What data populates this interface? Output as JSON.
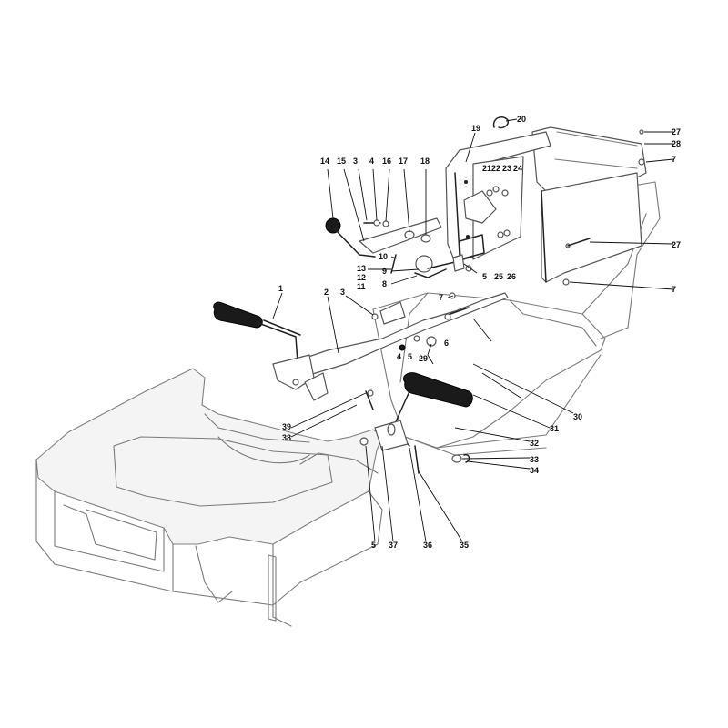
{
  "callouts": [
    {
      "id": "c1",
      "text": "1"
    },
    {
      "id": "c2",
      "text": "2"
    },
    {
      "id": "c3a",
      "text": "3"
    },
    {
      "id": "c3b",
      "text": "3"
    },
    {
      "id": "c4a",
      "text": "4"
    },
    {
      "id": "c4b",
      "text": "4"
    },
    {
      "id": "c5a",
      "text": "5"
    },
    {
      "id": "c5b",
      "text": "5"
    },
    {
      "id": "c5c",
      "text": "5"
    },
    {
      "id": "c6",
      "text": "6"
    },
    {
      "id": "c7a",
      "text": "7"
    },
    {
      "id": "c7b",
      "text": "7"
    },
    {
      "id": "c7c",
      "text": "7"
    },
    {
      "id": "c8",
      "text": "8"
    },
    {
      "id": "c9",
      "text": "9"
    },
    {
      "id": "c10",
      "text": "10"
    },
    {
      "id": "c11",
      "text": "11"
    },
    {
      "id": "c12",
      "text": "12"
    },
    {
      "id": "c13",
      "text": "13"
    },
    {
      "id": "c14",
      "text": "14"
    },
    {
      "id": "c15",
      "text": "15"
    },
    {
      "id": "c16",
      "text": "16"
    },
    {
      "id": "c17",
      "text": "17"
    },
    {
      "id": "c18",
      "text": "18"
    },
    {
      "id": "c19",
      "text": "19"
    },
    {
      "id": "c20",
      "text": "20"
    },
    {
      "id": "c21",
      "text": "21"
    },
    {
      "id": "c22",
      "text": "22"
    },
    {
      "id": "c23",
      "text": "23"
    },
    {
      "id": "c24",
      "text": "24"
    },
    {
      "id": "c25",
      "text": "25"
    },
    {
      "id": "c26",
      "text": "26"
    },
    {
      "id": "c27a",
      "text": "27"
    },
    {
      "id": "c27b",
      "text": "27"
    },
    {
      "id": "c28",
      "text": "28"
    },
    {
      "id": "c29",
      "text": "29"
    },
    {
      "id": "c30",
      "text": "30"
    },
    {
      "id": "c31",
      "text": "31"
    },
    {
      "id": "c32",
      "text": "32"
    },
    {
      "id": "c33",
      "text": "33"
    },
    {
      "id": "c34",
      "text": "34"
    },
    {
      "id": "c35",
      "text": "35"
    },
    {
      "id": "c36",
      "text": "36"
    },
    {
      "id": "c37",
      "text": "37"
    },
    {
      "id": "c38",
      "text": "38"
    },
    {
      "id": "c39",
      "text": "39"
    }
  ]
}
